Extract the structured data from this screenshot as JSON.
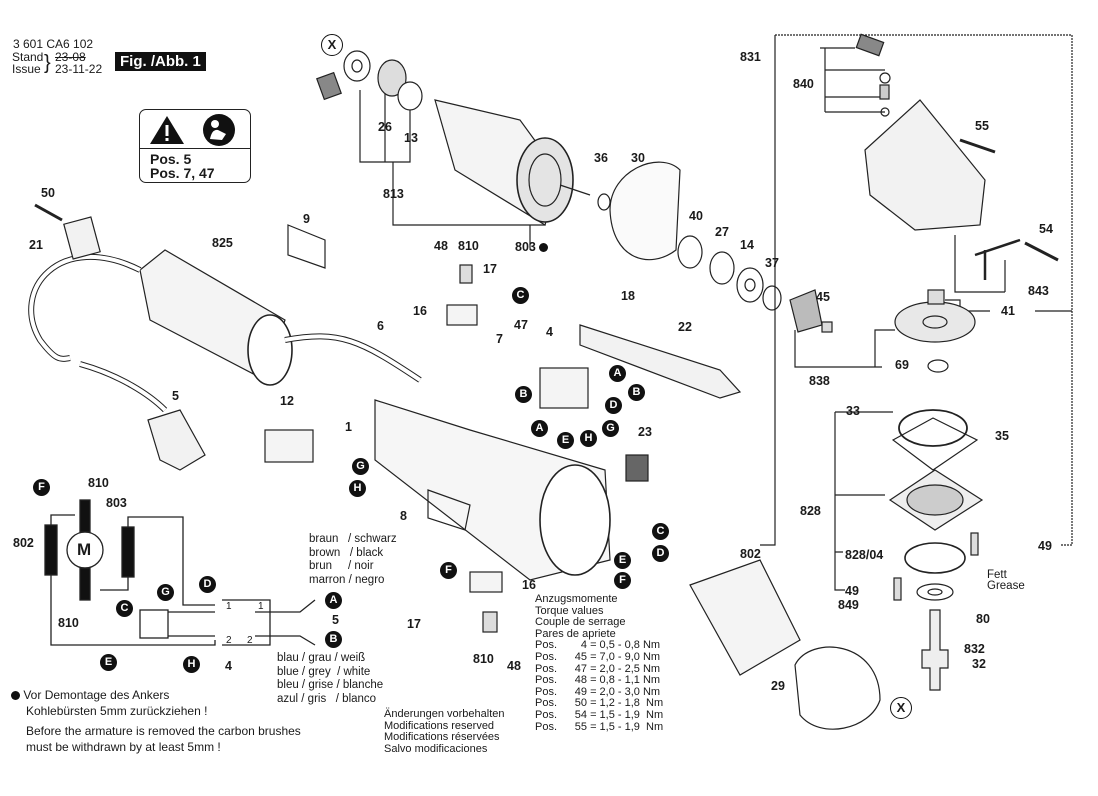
{
  "header": {
    "part_number": "3 601 CA6 102",
    "stand_label": "Stand",
    "issue_label": "Issue",
    "old_date_struck": "23-08",
    "issue_date": "23-11-22",
    "figure_label": "Fig. /Abb. 1"
  },
  "warning_box": {
    "line1": "Pos. 5",
    "line2": "Pos. 7, 47"
  },
  "part_labels": {
    "p50": "50",
    "p21": "21",
    "p825": "825",
    "p9": "9",
    "p5": "5",
    "p6": "6",
    "p12": "12",
    "p1": "1",
    "p8": "8",
    "p26": "26",
    "p13": "13",
    "p813": "813",
    "p803": "803",
    "p36": "36",
    "p30": "30",
    "p40": "40",
    "p27": "27",
    "p14": "14",
    "p37": "37",
    "p45": "45",
    "p838": "838",
    "p48": "48",
    "p810": "810",
    "p17": "17",
    "p16": "16",
    "p47": "47",
    "p4": "4",
    "p7": "7",
    "p18": "18",
    "p22": "22",
    "p23": "23",
    "p831": "831",
    "p840": "840",
    "p55": "55",
    "p54": "54",
    "p843": "843",
    "p41": "41",
    "p69": "69",
    "p33": "33",
    "p35": "35",
    "p828": "828",
    "p828_04": "828/04",
    "p49a": "49",
    "p49b": "49",
    "p849": "849",
    "p80": "80",
    "p832": "832",
    "p32": "32",
    "p802": "802",
    "p29": "29",
    "p16b": "16",
    "p17b": "17",
    "p810b": "810",
    "p48b": "48"
  },
  "grease_note": {
    "de": "Fett",
    "en": "Grease"
  },
  "connector_badges": [
    "A",
    "B",
    "C",
    "D",
    "E",
    "F",
    "G",
    "H"
  ],
  "x_marker": "X",
  "wiring": {
    "motor_label": "M",
    "labels": {
      "w810a": "810",
      "w803": "803",
      "w802": "802",
      "w810b": "810",
      "w4": "4",
      "w5": "5",
      "t1a": "1",
      "t1b": "1",
      "t2a": "2",
      "t2b": "2"
    },
    "wire_colors_top": [
      "braun   / schwarz",
      "brown   / black",
      "brun     / noir",
      "marron / negro"
    ],
    "wire_colors_bottom": [
      "blau / grau / weiß",
      "blue / grey  / white",
      "bleu / grise / blanche",
      "azul / gris   / blanco"
    ]
  },
  "armature_note": {
    "de_line1": "Vor Demontage des Ankers",
    "de_line2": "Kohlebürsten 5mm zurückziehen !",
    "en_line1": "Before the armature is removed the carbon brushes",
    "en_line2": "must be withdrawn by at least 5mm !"
  },
  "modifications": [
    "Änderungen vorbehalten",
    "Modifications reserved",
    "Modifications réservées",
    "Salvo modificaciones"
  ],
  "torque": {
    "titles": [
      "Anzugsmomente",
      "Torque values",
      "Couple de serrage",
      "Pares de apriete"
    ],
    "rows": [
      {
        "pos": "Pos.",
        "num": "4",
        "value": "= 0,5 - 0,8 Nm"
      },
      {
        "pos": "Pos.",
        "num": "45",
        "value": "= 7,0 - 9,0 Nm"
      },
      {
        "pos": "Pos.",
        "num": "47",
        "value": "= 2,0 - 2,5 Nm"
      },
      {
        "pos": "Pos.",
        "num": "48",
        "value": "= 0,8 - 1,1 Nm"
      },
      {
        "pos": "Pos.",
        "num": "49",
        "value": "= 2,0 - 3,0 Nm"
      },
      {
        "pos": "Pos.",
        "num": "50",
        "value": "= 1,2 - 1,8  Nm"
      },
      {
        "pos": "Pos.",
        "num": "54",
        "value": "= 1,5 - 1,9  Nm"
      },
      {
        "pos": "Pos.",
        "num": "55",
        "value": "= 1,5 - 1,9  Nm"
      }
    ]
  }
}
